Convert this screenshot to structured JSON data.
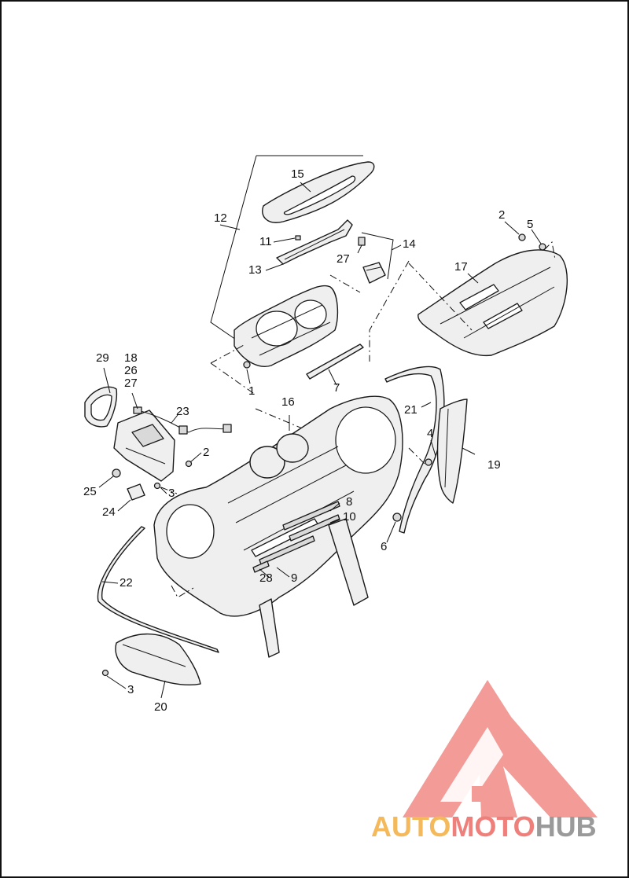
{
  "callouts": [
    {
      "id": "c1",
      "text": "1"
    },
    {
      "id": "c2a",
      "text": "2"
    },
    {
      "id": "c2b",
      "text": "2"
    },
    {
      "id": "c3a",
      "text": "3"
    },
    {
      "id": "c3b",
      "text": "3"
    },
    {
      "id": "c4",
      "text": "4"
    },
    {
      "id": "c5",
      "text": "5"
    },
    {
      "id": "c6",
      "text": "6"
    },
    {
      "id": "c7",
      "text": "7"
    },
    {
      "id": "c8",
      "text": "8"
    },
    {
      "id": "c9",
      "text": "9"
    },
    {
      "id": "c10",
      "text": "10"
    },
    {
      "id": "c11",
      "text": "11"
    },
    {
      "id": "c12",
      "text": "12"
    },
    {
      "id": "c13",
      "text": "13"
    },
    {
      "id": "c14",
      "text": "14"
    },
    {
      "id": "c15",
      "text": "15"
    },
    {
      "id": "c16",
      "text": "16"
    },
    {
      "id": "c17",
      "text": "17"
    },
    {
      "id": "c18",
      "text": "18"
    },
    {
      "id": "c19",
      "text": "19"
    },
    {
      "id": "c20",
      "text": "20"
    },
    {
      "id": "c21",
      "text": "21"
    },
    {
      "id": "c22",
      "text": "22"
    },
    {
      "id": "c23",
      "text": "23"
    },
    {
      "id": "c24",
      "text": "24"
    },
    {
      "id": "c25",
      "text": "25"
    },
    {
      "id": "c26",
      "text": "26"
    },
    {
      "id": "c27a",
      "text": "27"
    },
    {
      "id": "c27b",
      "text": "27"
    },
    {
      "id": "c28",
      "text": "28"
    },
    {
      "id": "c29",
      "text": "29"
    }
  ],
  "watermark": {
    "part1": "AUTO",
    "part2": "MOTO",
    "part3": "HUB",
    "color_auto": "#f4b95a",
    "color_moto": "#ef7f7a",
    "color_hub": "#9a9a9a",
    "logo_color": "#f08a86"
  }
}
